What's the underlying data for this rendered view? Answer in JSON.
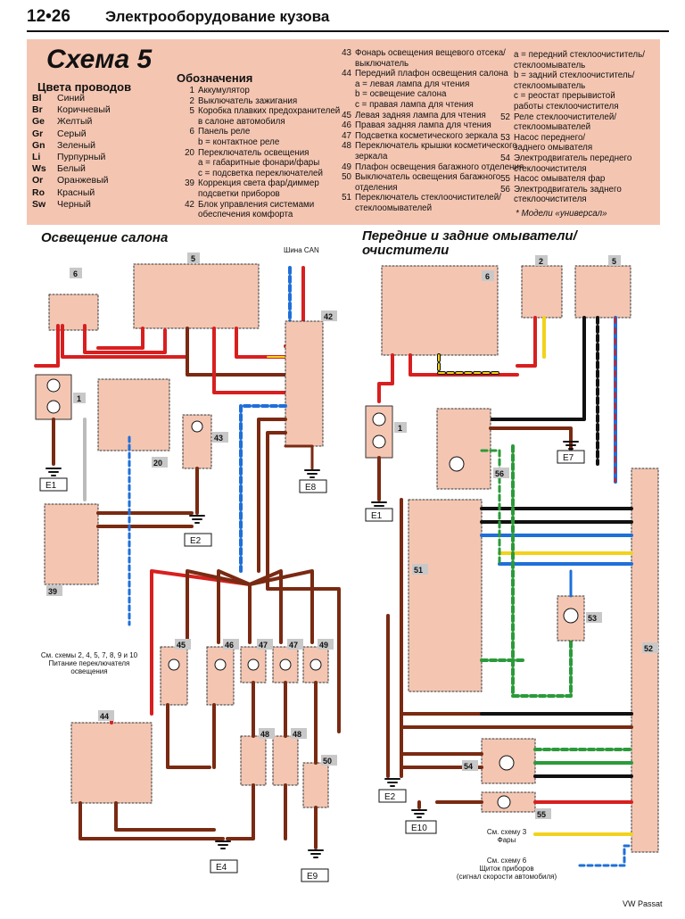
{
  "header": {
    "page": "12•26",
    "title": "Электрооборудование кузова"
  },
  "legend": {
    "scheme_title": "Схема 5",
    "colors_title": "Цвета проводов",
    "colors": [
      {
        "code": "Bl",
        "name": "Синий"
      },
      {
        "code": "Br",
        "name": "Коричневый"
      },
      {
        "code": "Ge",
        "name": "Желтый"
      },
      {
        "code": "Gr",
        "name": "Серый"
      },
      {
        "code": "Gn",
        "name": "Зеленый"
      },
      {
        "code": "Li",
        "name": "Пурпурный"
      },
      {
        "code": "Ws",
        "name": "Белый"
      },
      {
        "code": "Or",
        "name": "Оранжевый"
      },
      {
        "code": "Ro",
        "name": "Красный"
      },
      {
        "code": "Sw",
        "name": "Черный"
      }
    ],
    "designations_title": "Обозначения",
    "col1": [
      {
        "n": "1",
        "t": "Аккумулятор"
      },
      {
        "n": "2",
        "t": "Выключатель зажигания"
      },
      {
        "n": "5",
        "t": "Коробка плавких предохранителей"
      },
      {
        "n": "",
        "t": "в салоне автомобиля"
      },
      {
        "n": "6",
        "t": "Панель реле"
      },
      {
        "n": "",
        "t": "b = контактное реле"
      },
      {
        "n": "20",
        "t": "Переключатель освещения"
      },
      {
        "n": "",
        "t": "a = габаритные фонари/фары"
      },
      {
        "n": "",
        "t": "c = подсветка переключателей"
      },
      {
        "n": "39",
        "t": "Коррекция света фар/диммер"
      },
      {
        "n": "",
        "t": "подсветки приборов"
      },
      {
        "n": "42",
        "t": "Блок управления системами"
      },
      {
        "n": "",
        "t": "обеспечения комфорта"
      }
    ],
    "col2": [
      {
        "n": "43",
        "t": "Фонарь освещения вещевого отсека/"
      },
      {
        "n": "",
        "t": "выключатель"
      },
      {
        "n": "44",
        "t": "Передний плафон освещения салона"
      },
      {
        "n": "",
        "t": "a = левая лампа для чтения"
      },
      {
        "n": "",
        "t": "b = освещение салона"
      },
      {
        "n": "",
        "t": "c = правая лампа для чтения"
      },
      {
        "n": "45",
        "t": "Левая задняя лампа для чтения"
      },
      {
        "n": "46",
        "t": "Правая задняя лампа для чтения"
      },
      {
        "n": "47",
        "t": "Подсветка косметического зеркала"
      },
      {
        "n": "48",
        "t": "Переключатель крышки косметического"
      },
      {
        "n": "",
        "t": "зеркала"
      },
      {
        "n": "49",
        "t": "Плафон освещения багажного отделения"
      },
      {
        "n": "50",
        "t": "Выключатель освещения багажного"
      },
      {
        "n": "",
        "t": "отделения"
      },
      {
        "n": "51",
        "t": "Переключатель стеклоочистителей/"
      },
      {
        "n": "",
        "t": "стеклоомывателей"
      }
    ],
    "col3": [
      {
        "n": "",
        "t": "a = передний стеклоочиститель/"
      },
      {
        "n": "",
        "t": "стеклоомыватель"
      },
      {
        "n": "",
        "t": "b = задний стеклоочиститель/"
      },
      {
        "n": "",
        "t": "стеклоомыватель"
      },
      {
        "n": "",
        "t": "c = реостат прерывистой"
      },
      {
        "n": "",
        "t": "работы стеклоочистителя"
      },
      {
        "n": "52",
        "t": "Реле стеклоочистителей/"
      },
      {
        "n": "",
        "t": "стеклоомывателей"
      },
      {
        "n": "53",
        "t": "Насос переднего/"
      },
      {
        "n": "",
        "t": "заднего омывателя"
      },
      {
        "n": "54",
        "t": "Электродвигатель переднего"
      },
      {
        "n": "",
        "t": "стеклоочистителя"
      },
      {
        "n": "55",
        "t": "Насос омывателя фар"
      },
      {
        "n": "56",
        "t": "Электродвигатель заднего"
      },
      {
        "n": "",
        "t": "стеклоочистителя"
      }
    ],
    "footnote": "* Модели «универсал»"
  },
  "sections": {
    "left": "Освещение салона",
    "right_line1": "Передние и задние омыватели/",
    "right_line2": "очистители"
  },
  "labels": {
    "can_bus": "Шина CAN",
    "note_left_1": "См. схемы 2, 4, 5, 7, 8, 9 и 10",
    "note_left_2": "Питание переключателя",
    "note_left_3": "освещения",
    "note_r1_1": "См. схему 3",
    "note_r1_2": "Фары",
    "note_r2_1": "См. схему 6",
    "note_r2_2": "Щиток приборов",
    "note_r2_3": "(сигнал скорости автомобиля)",
    "footer": "VW Passat"
  },
  "colors": {
    "red": "#d81f1f",
    "brown": "#7a2a12",
    "blue": "#1f6fd8",
    "green": "#2b9a3a",
    "yellow": "#f2d21b",
    "black": "#111111",
    "legend_bg": "#f4c6b2",
    "box": "#f4c6b2"
  }
}
